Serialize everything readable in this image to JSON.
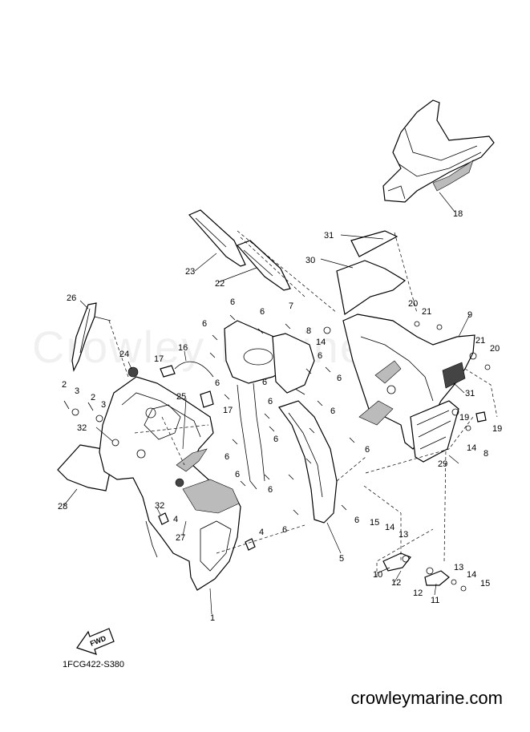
{
  "diagram_code": "1FCG422-S380",
  "website": "crowleymarine.com",
  "watermark": "Crowley Marine",
  "fwd_label": "FWD",
  "callouts": {
    "p1": "1",
    "p2a": "2",
    "p2b": "2",
    "p3a": "3",
    "p3b": "3",
    "p4a": "4",
    "p4b": "4",
    "p5": "5",
    "p6a": "6",
    "p6b": "6",
    "p6c": "6",
    "p6d": "6",
    "p6e": "6",
    "p6f": "6",
    "p6g": "6",
    "p6h": "6",
    "p6i": "6",
    "p6j": "6",
    "p6k": "6",
    "p6l": "6",
    "p6m": "6",
    "p6n": "6",
    "p6o": "6",
    "p6p": "6",
    "p7": "7",
    "p8a": "8",
    "p8b": "8",
    "p9": "9",
    "p10": "10",
    "p11": "11",
    "p12a": "12",
    "p12b": "12",
    "p13a": "13",
    "p13b": "13",
    "p14a": "14",
    "p14b": "14",
    "p14c": "14",
    "p14d": "14",
    "p15a": "15",
    "p15b": "15",
    "p16": "16",
    "p17a": "17",
    "p17b": "17",
    "p18": "18",
    "p19a": "19",
    "p19b": "19",
    "p20a": "20",
    "p20b": "20",
    "p21a": "21",
    "p21b": "21",
    "p22": "22",
    "p23": "23",
    "p24": "24",
    "p25": "25",
    "p26": "26",
    "p27": "27",
    "p28": "28",
    "p29": "29",
    "p30": "30",
    "p31a": "31",
    "p31b": "31",
    "p32a": "32",
    "p32b": "32"
  }
}
